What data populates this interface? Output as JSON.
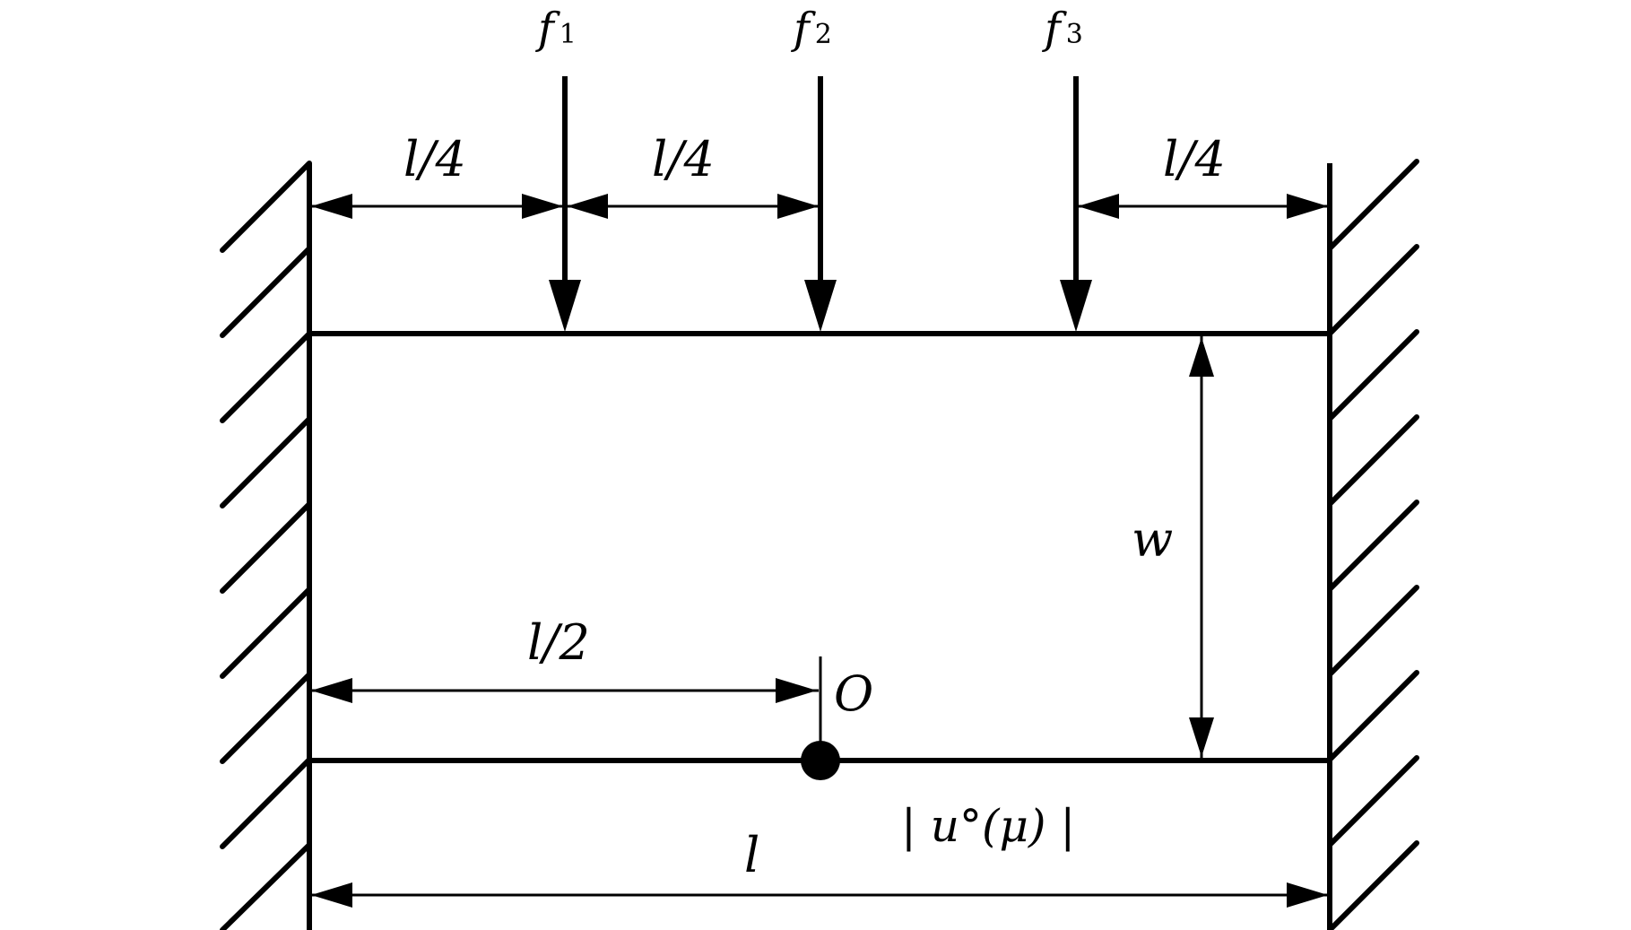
{
  "forces": [
    {
      "symbol": "f",
      "index": "1"
    },
    {
      "symbol": "f",
      "index": "2"
    },
    {
      "symbol": "f",
      "index": "3"
    }
  ],
  "dimensions": {
    "f1_offset": "l/4",
    "f1_to_f2": "l/4",
    "f3_offset": "l/4",
    "half_length": "l/2",
    "width": "w",
    "length": "l"
  },
  "origin_label": "O",
  "output_label": "| u°(μ) |"
}
